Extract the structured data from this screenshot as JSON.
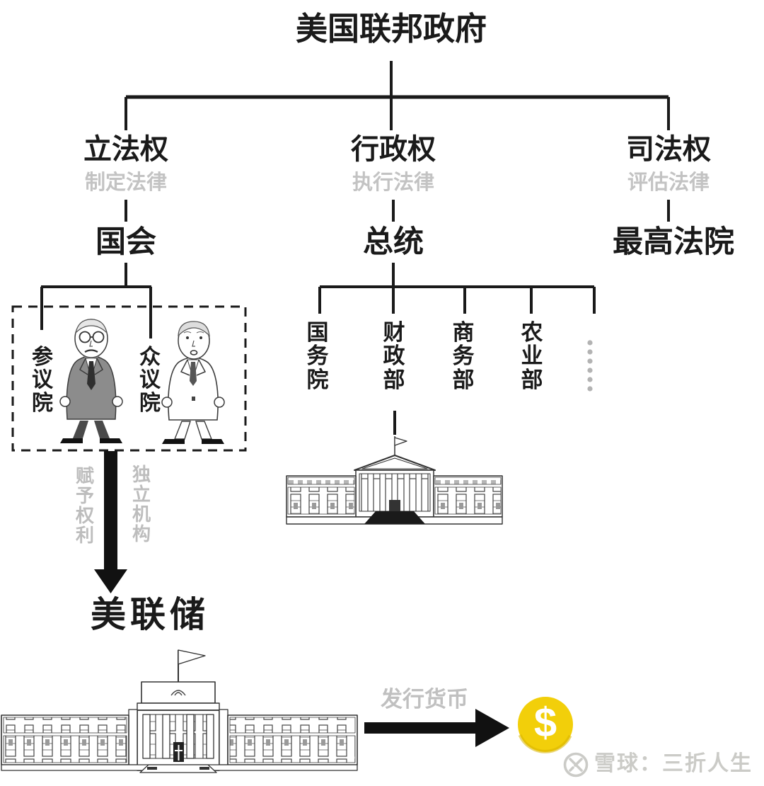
{
  "title": "美国联邦政府",
  "branches": [
    {
      "name": "立法权",
      "desc": "制定法律",
      "org": "国会"
    },
    {
      "name": "行政权",
      "desc": "执行法律",
      "org": "总统"
    },
    {
      "name": "司法权",
      "desc": "评估法律",
      "org": "最高法院"
    }
  ],
  "congress": {
    "senate_label": "参议院",
    "house_label": "众议院",
    "grant_label": "赋予权利",
    "independent_label": "独立机构"
  },
  "departments": {
    "items": [
      "国务院",
      "财政部",
      "商务部",
      "农业部"
    ],
    "ellipsis_dots": 6
  },
  "fed": {
    "title": "美联储",
    "action_label": "发行货币",
    "coin_symbol": "$"
  },
  "watermark": {
    "brand": "雪球：三折人生"
  },
  "colors": {
    "line_black": "#1a1a1a",
    "gray_label": "#c3c3c3",
    "coin_yellow": "#f2cf0a",
    "watermark_gray": "#cbcbc7",
    "suit_gray": "#8c8c8c"
  }
}
